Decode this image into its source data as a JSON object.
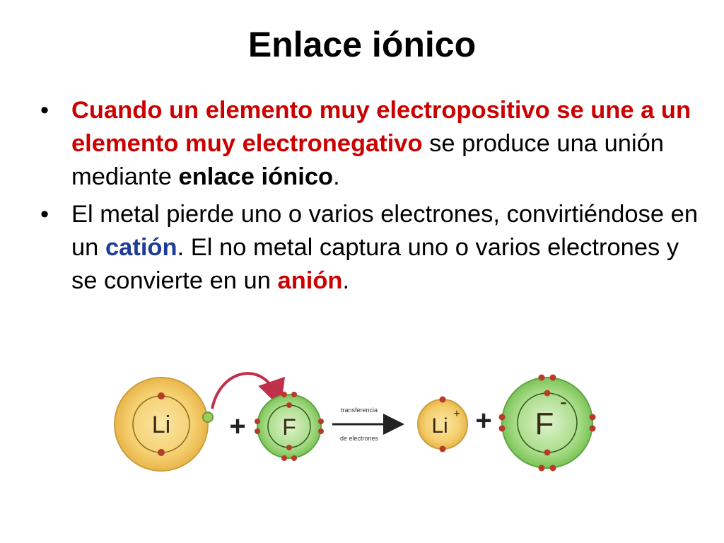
{
  "slide": {
    "title": "Enlace iónico"
  },
  "bullets": [
    {
      "mark": "•",
      "segments": [
        {
          "text": "Cuando un elemento muy electropositivo se une a un elemento muy electronegativo",
          "style": "red-bold"
        },
        {
          "text": " se produce una unión mediante ",
          "style": "normal"
        },
        {
          "text": "enlace iónico",
          "style": "bold"
        },
        {
          "text": ".",
          "style": "normal"
        }
      ]
    },
    {
      "mark": "•",
      "segments": [
        {
          "text": "El metal pierde uno o varios electrones, convirtiéndose en un ",
          "style": "normal"
        },
        {
          "text": "catión",
          "style": "blue-bold"
        },
        {
          "text": ". El no metal captura uno o varios electrones y se convierte en un ",
          "style": "normal"
        },
        {
          "text": "anión",
          "style": "red-bold"
        },
        {
          "text": ".",
          "style": "normal"
        }
      ]
    }
  ],
  "diagram": {
    "atoms": {
      "li_neutral": "Li",
      "f_neutral": "F",
      "li_cation": "Li",
      "li_cation_charge": "+",
      "f_anion": "F",
      "f_anion_charge": "-"
    },
    "plus_signs": [
      "+",
      "+"
    ],
    "arrow_caption_top": "transferencia",
    "arrow_caption_bottom": "de electrones"
  },
  "colors": {
    "title": "#000000",
    "red_emphasis": "#cc0000",
    "blue_emphasis": "#1f3c96",
    "lithium_fill": "#f2c85a",
    "fluorine_fill": "#8fcf6a",
    "electron": "#b83a2a",
    "transfer_arrow": "#c0304a"
  }
}
